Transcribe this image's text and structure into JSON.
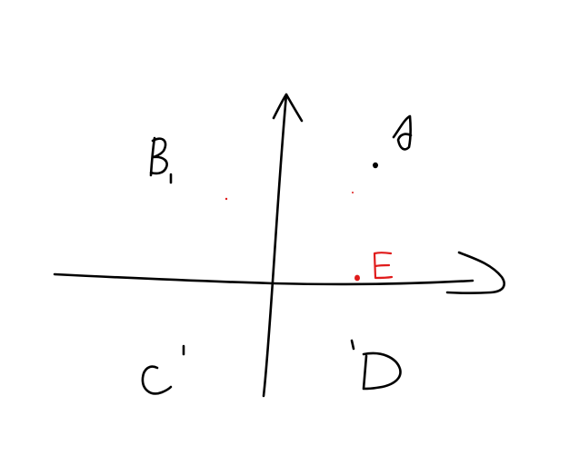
{
  "points": [
    {
      "id": "A",
      "label": "A",
      "color": "#000000"
    },
    {
      "id": "B",
      "label": "B",
      "color": "#000000"
    },
    {
      "id": "C",
      "label": "C",
      "color": "#000000"
    },
    {
      "id": "D",
      "label": "D",
      "color": "#000000"
    },
    {
      "id": "E",
      "label": "E",
      "color": "#e01b1b"
    }
  ],
  "colors": {
    "ink": "#000000",
    "highlight": "#e01b1b",
    "background": "#ffffff"
  }
}
